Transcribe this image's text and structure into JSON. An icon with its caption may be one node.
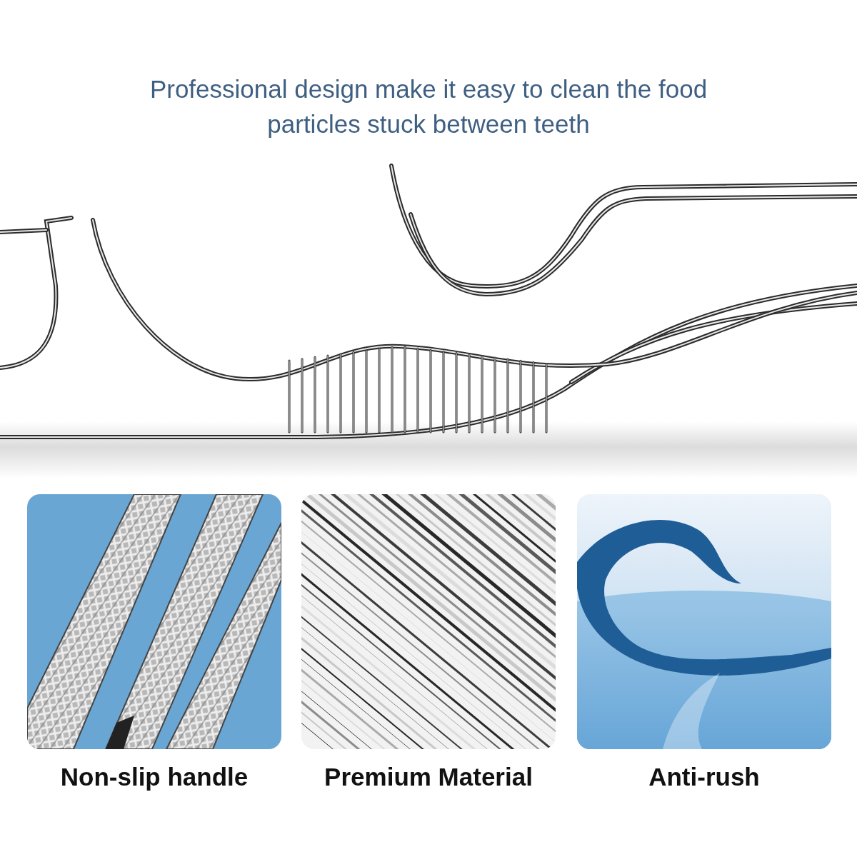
{
  "diagram": {
    "title": "Professional design make it easy to clean the food particles stuck between teeth",
    "labels": [
      "Non-slip handle",
      "Premium Material",
      "Anti-rush"
    ]
  }
}
